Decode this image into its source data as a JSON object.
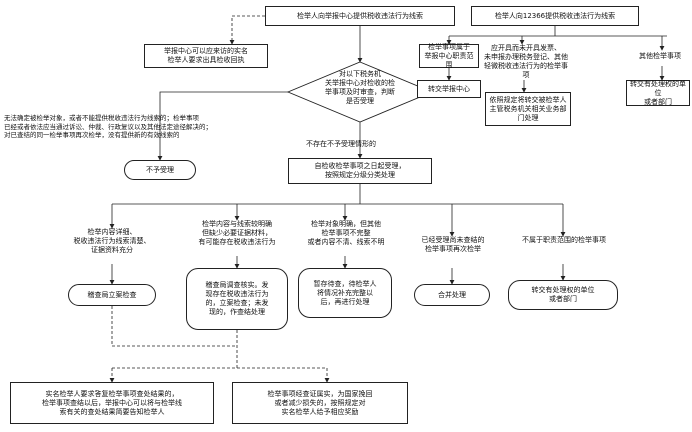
{
  "top_left_box": "检举人向举报中心提供税收违法行为线索",
  "top_right_box": "检举人向12366提供税收违法行为线索",
  "feedback_box": "举报中心可以应来访的实名\n检举人要求出具检收回执",
  "not_jurisdiction_box": "检举事项属于\n举报中心职责范围",
  "forward_center_box": "转交举报中心",
  "decision_diamond": "对以下税务机\n关举报中心对检收的检\n举事项及时审查，判断\n是否受理",
  "other_agency_box": "应开具而未开具发票、\n未申报办理税务登记、其他\n轻微税收违法行为的检举事项",
  "other_dept_box": "其他检举事项",
  "transfer_district_box": "依照规定将转交被检举人\n主管税务机关相关业务部\n门处理",
  "transfer_unit_box": "转交有处理权的单位\n或者部门",
  "not_accept_reasons": "无法确定被检举对象，或者不能提供税收违法行为线索的；检举事项\n已经或者依法应当通过诉讼、仲裁、行政复议以及其他法定途径解决的；\n对已查结的同一检举事项再次检举，没有提供新的有效线索的",
  "not_accept_box": "不予受理",
  "no_rejection_label": "不存在不予受理情形的",
  "accept_box": "自检收检举事项之日起受理，\n按照规定分级分类处理",
  "cat1_text": "检举内容详细、\n税收违法行为线索清楚、\n证据资料充分",
  "cat2_text": "检举内容与线索较明确\n但缺少必要证据材料，\n有可能存在税收违法行为",
  "cat3_text": "检举对象明确，但其他\n检举事项不完整\n或者内容不清、线索不明",
  "cat4_text": "已经受理尚未查结的\n检举事项再次检举",
  "cat5_text": "不属于职责范围的检举事项",
  "result1_box": "稽查局立案检查",
  "result2_box": "稽查局调查核实。发\n现存在税收违法行为\n的，立案检查；未发\n现的，作查结处理",
  "result3_box": "暂存待查，待检举人\n将情况补充完整以\n后，再进行处理",
  "result4_box": "合并处理",
  "result5_box": "转交有处理权的单位\n或者部门",
  "bottom_left_box": "实名检举人要求答复检举事项查处结果的，\n检举事项查结以后，举报中心可以将与检举线\n索有关的查处结果简要告知检举人",
  "bottom_right_box": "检举事项经查证属实，为国家挽回\n或者减少损失的，按照规定对\n实名检举人给予相应奖励"
}
